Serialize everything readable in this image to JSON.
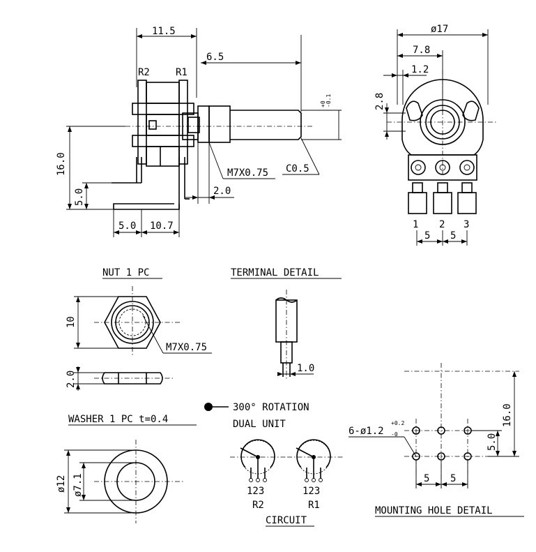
{
  "side_view": {
    "dims": {
      "width_11_5": "11.5",
      "len_6_5": "6.5",
      "r2": "R2",
      "r1": "R1",
      "tol": "+0\n-0.1",
      "height_16": "16.0",
      "pin_5": "5.0",
      "bottom_5": "5.0",
      "bottom_10_7": "10.7",
      "thread": "M7X0.75",
      "chamfer": "C0.5",
      "flange_2": "2.0"
    }
  },
  "front_view": {
    "dims": {
      "diameter": "ø17",
      "offset_7_8": "7.8",
      "offset_1_2": "1.2",
      "height_2_8": "2.8",
      "pin1": "1",
      "pin2": "2",
      "pin3": "3",
      "pitch_a": "5",
      "pitch_b": "5"
    }
  },
  "nut": {
    "title": "NUT 1 PC",
    "height_10": "10",
    "thread": "M7X0.75",
    "thickness": "2.0"
  },
  "terminal": {
    "title": "TERMINAL DETAIL",
    "width": "1.0"
  },
  "washer": {
    "title": "WASHER 1 PC  t=0.4",
    "outer": "ø12",
    "inner": "ø7.1"
  },
  "circuit": {
    "line1": "300° ROTATION",
    "line2": "DUAL UNIT",
    "pins_r2": "123",
    "pins_r1": "123",
    "label_r2": "R2",
    "label_r1": "R1",
    "title": "CIRCUIT"
  },
  "mounting": {
    "holes": "6-ø1.2",
    "tol": "+0.2\n-0",
    "height_16": "16.0",
    "row_5": "5.0",
    "pitch_a": "5",
    "pitch_b": "5",
    "title": "MOUNTING HOLE DETAIL"
  }
}
